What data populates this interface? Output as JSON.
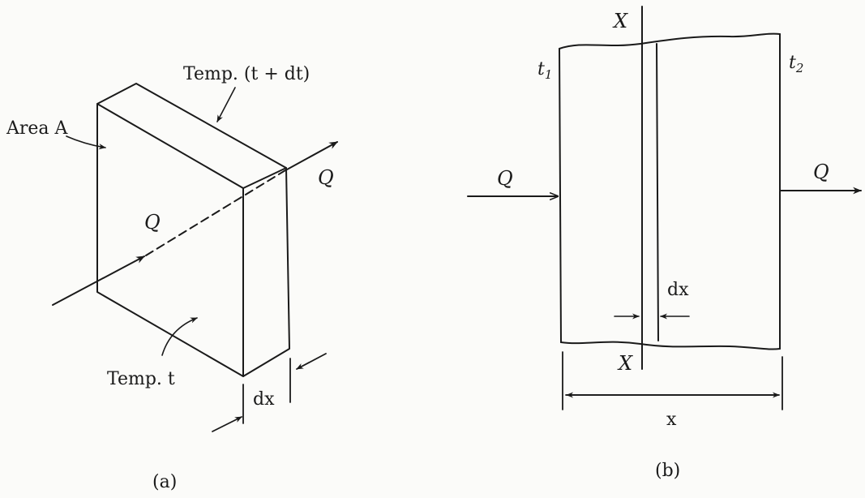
{
  "figure_a": {
    "caption": "(a)",
    "area_label": "Area A",
    "temp_top_label": "Temp. (t + dt)",
    "temp_front_label": "Temp. t",
    "q_in_label": "Q",
    "q_out_label": "Q",
    "thickness_label": "dx"
  },
  "figure_b": {
    "caption": "(b)",
    "x_top_label": "X",
    "x_bottom_label": "X",
    "t1_main": "t",
    "t1_sub": "1",
    "t2_main": "t",
    "t2_sub": "2",
    "q_in_label": "Q",
    "q_out_label": "Q",
    "dx_label": "dx",
    "x_dim_label": "x"
  },
  "colors": {
    "ink": "#1a1a1a",
    "paper": "#fbfbf9"
  }
}
